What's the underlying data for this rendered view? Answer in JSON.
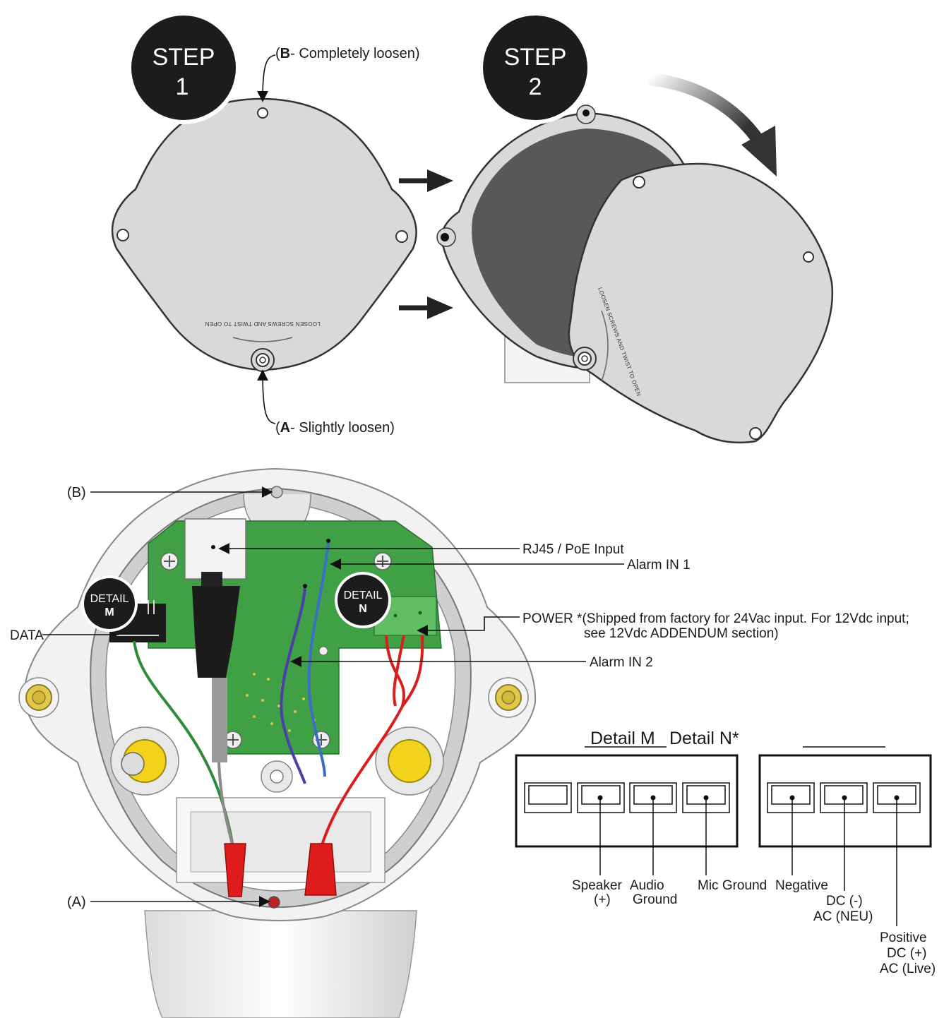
{
  "steps": [
    {
      "word": "STEP",
      "number": "1"
    },
    {
      "word": "STEP",
      "number": "2"
    }
  ],
  "top_callouts": {
    "b_letter": "B",
    "b_text": "- Completely loosen)",
    "a_letter": "A",
    "a_text": "- Slightly loosen)",
    "open_paren": "("
  },
  "cover_engraving": "LOOSEN SCREWS AND TWIST TO OPEN",
  "interior_labels": {
    "b": "(B)",
    "a": "(A)",
    "data": "DATA",
    "rj45": "RJ45 / PoE Input",
    "alarm1": "Alarm IN 1",
    "alarm2": "Alarm IN 2",
    "power_line1": "POWER *(Shipped from factory for 24Vac input. For 12Vdc input;",
    "power_line2": "see 12Vdc ADDENDUM section)"
  },
  "badges": [
    {
      "word": "DETAIL",
      "letter": "M"
    },
    {
      "word": "DETAIL",
      "letter": "N"
    }
  ],
  "detail": {
    "title_m": "Detail M",
    "title_n": "Detail N*",
    "m_labels": {
      "speaker_1": "Speaker",
      "speaker_2": "(+)",
      "audio_1": "Audio",
      "audio_2": "Ground",
      "mic_1": "Mic Ground"
    },
    "n_labels": {
      "negative_1": "Negative",
      "negative_2": "DC (-)",
      "negative_3": "AC (NEU)",
      "positive_1": "Positive",
      "positive_2": "DC (+)",
      "positive_3": "AC (Live)"
    }
  },
  "colors": {
    "cover": "#d9d9d7",
    "cover_inner": "#58585a",
    "badge": "#1c1c1c",
    "pcb": "#3fa046",
    "wire_red": "#d81e1e",
    "wire_green": "#2e8b3a",
    "wire_blue": "#3a6fc4",
    "wire_purple": "#4b3fa8",
    "wire_gray": "#8a8a8a",
    "gland_yellow": "#f2d21b",
    "terminal_green": "#5fbf62"
  }
}
